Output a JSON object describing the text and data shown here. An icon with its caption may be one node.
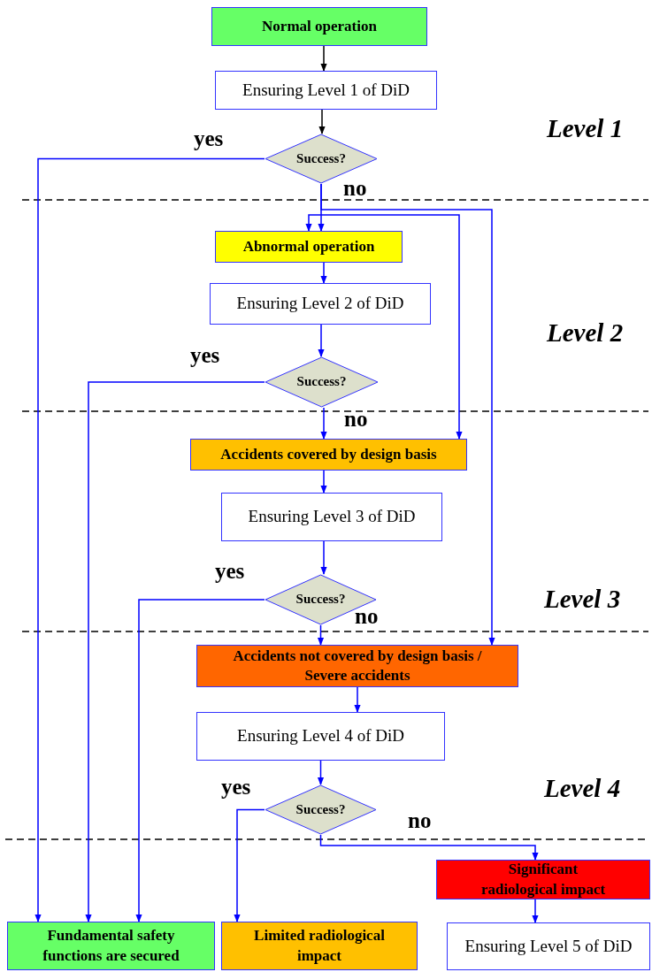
{
  "diagram": {
    "nodes": [
      {
        "text": [
          "Normal operation"
        ]
      },
      {
        "text": [
          "Ensuring Level 1 of DiD"
        ]
      },
      {
        "text": [
          "Success?"
        ]
      },
      {
        "text": [
          "Abnormal operation"
        ]
      },
      {
        "text": [
          "Ensuring Level 2 of DiD"
        ]
      },
      {
        "text": [
          "Success?"
        ]
      },
      {
        "text": [
          "Accidents covered by design basis"
        ]
      },
      {
        "text": [
          "Ensuring Level 3 of DiD"
        ]
      },
      {
        "text": [
          "Success?"
        ]
      },
      {
        "text": [
          "Accidents not covered by design basis / Severe accidents"
        ]
      },
      {
        "text": [
          "Ensuring Level 4 of DiD"
        ]
      },
      {
        "text": [
          "Success?"
        ]
      },
      {
        "text": [
          "Significant radiological impact"
        ]
      },
      {
        "text": [
          "Fundamental safety functions are secured"
        ]
      },
      {
        "text": [
          "Limited radiological impact"
        ]
      },
      {
        "text": [
          "Ensuring Level 5 of DiD"
        ]
      }
    ],
    "edges": [
      {
        "from": 0,
        "to": 1,
        "arrow": "to",
        "color": "#000000"
      },
      {
        "from": 1,
        "to": 2,
        "arrow": "to",
        "color": "#000000"
      },
      {
        "from": 2,
        "to": 3,
        "arrow": "to",
        "label": "no"
      },
      {
        "from": 2,
        "to": 13,
        "arrow": "to",
        "label": "yes"
      },
      {
        "from": 2,
        "to": 9,
        "arrow": "to"
      },
      {
        "from": 6,
        "to": 3,
        "arrow": "both"
      },
      {
        "from": 3,
        "to": 4,
        "arrow": "to"
      },
      {
        "from": 4,
        "to": 5,
        "arrow": "to"
      },
      {
        "from": 5,
        "to": 6,
        "arrow": "to",
        "label": "no"
      },
      {
        "from": 5,
        "to": 13,
        "arrow": "to",
        "label": "yes"
      },
      {
        "from": 6,
        "to": 7,
        "arrow": "to"
      },
      {
        "from": 7,
        "to": 8,
        "arrow": "to"
      },
      {
        "from": 8,
        "to": 9,
        "arrow": "to",
        "label": "no"
      },
      {
        "from": 8,
        "to": 13,
        "arrow": "to",
        "label": "yes"
      },
      {
        "from": 9,
        "to": 10,
        "arrow": "to"
      },
      {
        "from": 10,
        "to": 11,
        "arrow": "to"
      },
      {
        "from": 11,
        "to": 14,
        "arrow": "to",
        "label": "yes"
      },
      {
        "from": 11,
        "to": 12,
        "arrow": "to",
        "label": "no"
      },
      {
        "from": 12,
        "to": 15,
        "arrow": "to"
      }
    ],
    "labels": [
      "Level 1",
      "Level 2",
      "Level 3",
      "Level 4"
    ]
  }
}
